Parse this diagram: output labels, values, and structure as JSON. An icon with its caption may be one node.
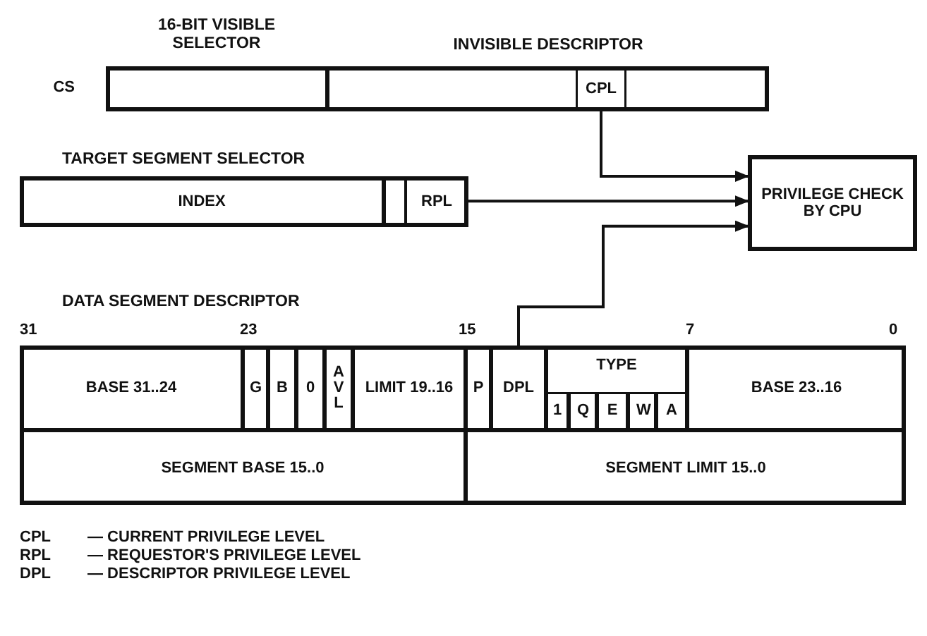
{
  "diagram": {
    "nodes": [
      {
        "text": [],
        "shape": "box",
        "beside": [
          "CS"
        ]
      },
      {
        "text": [
          "16-BIT VISIBLE SELECTOR"
        ],
        "in": 0
      },
      {
        "text": [
          "INVISIBLE DESCRIPTOR"
        ],
        "in": 0
      },
      {
        "text": [
          "CPL"
        ],
        "in": 2
      },
      {
        "text": [
          "TARGET SEGMENT SELECTOR"
        ]
      },
      {
        "text": [
          "INDEX"
        ],
        "in": 4
      },
      {
        "text": [],
        "shape": "box",
        "in": 4
      },
      {
        "text": [
          "RPL"
        ],
        "in": 4
      },
      {
        "text": [
          "PRIVILEGE CHECK BY CPU"
        ]
      },
      {
        "text": [
          "DATA SEGMENT DESCRIPTOR"
        ]
      },
      {
        "text": [
          "BASE 31..24"
        ],
        "in": 9
      },
      {
        "text": [
          "G"
        ],
        "in": 9
      },
      {
        "text": [
          "B"
        ],
        "in": 9
      },
      {
        "text": [
          "0"
        ],
        "in": 9
      },
      {
        "text": [
          "A V L"
        ],
        "in": 9
      },
      {
        "text": [
          "LIMIT 19..16"
        ],
        "in": 9
      },
      {
        "text": [
          "P"
        ],
        "in": 9
      },
      {
        "text": [
          "DPL"
        ],
        "in": 9
      },
      {
        "text": [
          "TYPE"
        ],
        "in": 9
      },
      {
        "text": [
          "1"
        ],
        "in": 18
      },
      {
        "text": [
          "Q"
        ],
        "in": 18
      },
      {
        "text": [
          "E"
        ],
        "in": 18
      },
      {
        "text": [
          "W"
        ],
        "in": 18
      },
      {
        "text": [
          "A"
        ],
        "in": 18
      },
      {
        "text": [
          "BASE 23..16"
        ],
        "in": 9
      },
      {
        "text": [
          "SEGMENT BASE 15..0"
        ],
        "in": 9
      },
      {
        "text": [
          "SEGMENT LIMIT 15..0"
        ],
        "in": 9
      }
    ],
    "edges": [
      {
        "from": 3,
        "to": 8,
        "arrow": "to"
      },
      {
        "from": 7,
        "to": 8,
        "arrow": "to"
      },
      {
        "from": 17,
        "to": 8,
        "arrow": "to"
      }
    ],
    "labels": [
      "31",
      "23",
      "15",
      "7",
      "0",
      "CPL",
      "— CURRENT PRIVILEGE LEVEL",
      "RPL",
      "— REQUESTOR'S PRIVILEGE LEVEL",
      "DPL",
      "— DESCRIPTOR PRIVILEGE LEVEL"
    ]
  }
}
